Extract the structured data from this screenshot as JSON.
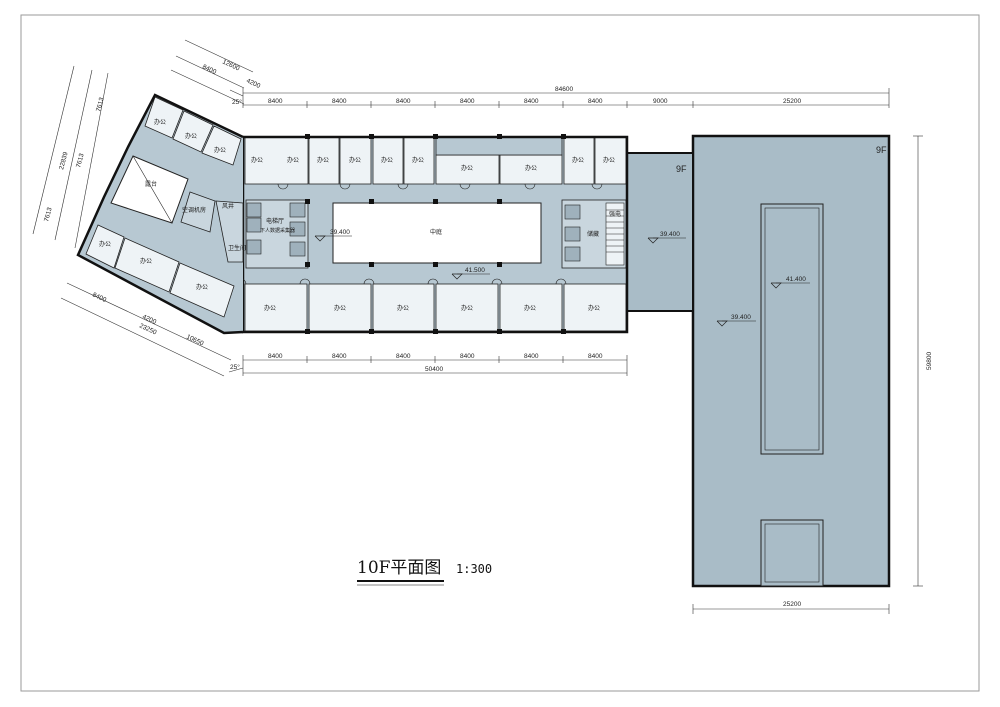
{
  "title": {
    "main": "10F平面图",
    "scale": "1:300"
  },
  "floor_tags": {
    "east_block": "9F",
    "link": "9F"
  },
  "levels": {
    "atrium_west": "39.400",
    "corridor": "41.500",
    "link_roof": "39.400",
    "east_high": "41.400",
    "east_low": "39.400"
  },
  "rooms": {
    "office": "办公",
    "atrium": "中庭",
    "terrace": "露台",
    "ac_room": "空调机房",
    "elevator_hall": "电梯厅",
    "elevator_hall_note": "下人数据采集器",
    "shaft": "风井",
    "toilet": "卫生间",
    "storage": "储藏",
    "well": "强电"
  },
  "dimensions": {
    "top_total": "84600",
    "top_segments": [
      "8400",
      "8400",
      "8400",
      "8400",
      "8400",
      "8400",
      "9000",
      "25200"
    ],
    "bottom_total": "50400",
    "bottom_segments": [
      "8400",
      "8400",
      "8400",
      "8400",
      "8400",
      "8400"
    ],
    "wing_top_total": "12600",
    "wing_top_a": "8400",
    "wing_top_b": "4200",
    "wing_left_total": "22839",
    "wing_left_a": "7613",
    "wing_left_b": "7613",
    "wing_left_c": "7613",
    "wing_bottom_total": "23250",
    "wing_bottom_a": "8400",
    "wing_bottom_b": "4200",
    "wing_bottom_c": "10650",
    "angle": "25°",
    "east_height": "59800",
    "east_width": "25200"
  }
}
